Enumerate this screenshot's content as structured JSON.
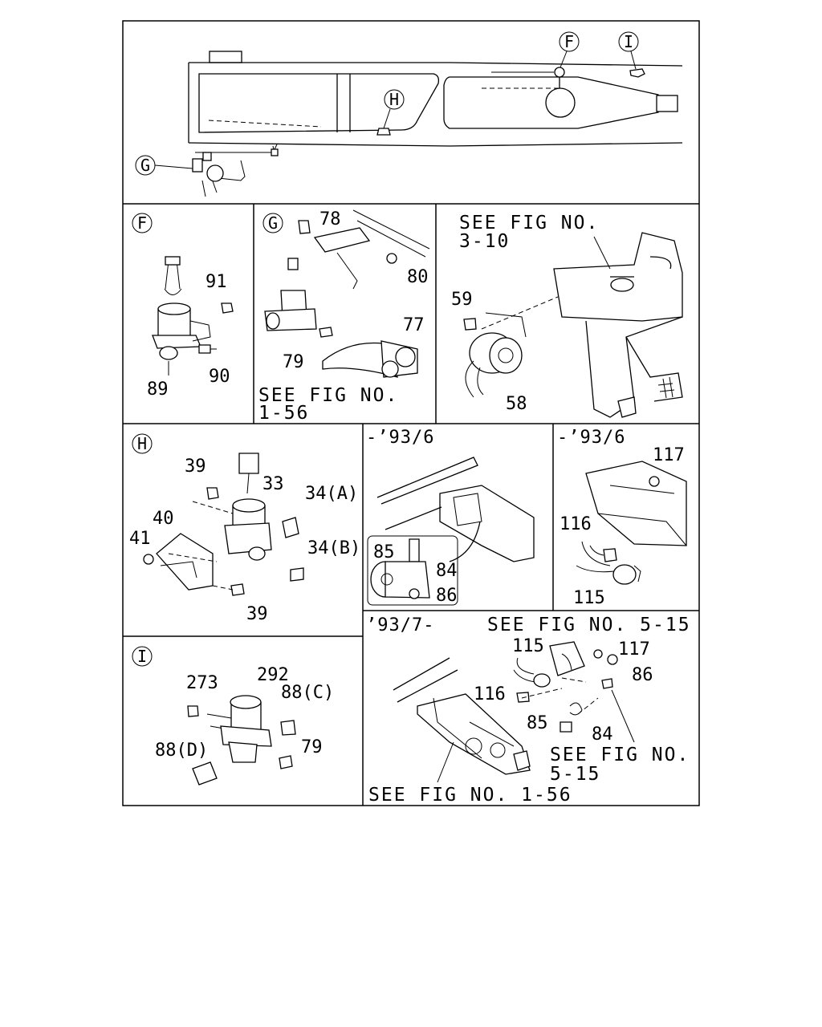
{
  "sections": {
    "overview": {
      "callouts": [
        "F",
        "I",
        "H",
        "G"
      ]
    },
    "detail_f": {
      "letter": "F",
      "parts": [
        "91",
        "89",
        "90"
      ]
    },
    "detail_g": {
      "letter": "G",
      "parts": [
        "78",
        "80",
        "77",
        "79"
      ],
      "ref": [
        "SEE FIG NO.",
        "1-56"
      ]
    },
    "horn_top": {
      "ref": [
        "SEE FIG NO.",
        "3-10"
      ],
      "parts": [
        "59",
        "58"
      ]
    },
    "detail_h": {
      "letter": "H",
      "parts": [
        "39",
        "33",
        "34(A)",
        "40",
        "41",
        "34(B)",
        "39"
      ]
    },
    "early_horn": {
      "header": "-’93/6",
      "parts": [
        "85",
        "84",
        "86"
      ]
    },
    "early_relay": {
      "header": "-’93/6",
      "parts": [
        "117",
        "116",
        "115"
      ]
    },
    "detail_i": {
      "letter": "I",
      "parts": [
        "273",
        "292",
        "88(C)",
        "88(D)",
        "79"
      ]
    },
    "late": {
      "header": "’93/7-",
      "ref_top": "SEE FIG NO. 5-15",
      "parts": [
        "115",
        "117",
        "86",
        "116",
        "85",
        "84"
      ],
      "ref_mid": [
        "SEE FIG NO.",
        "5-15"
      ],
      "ref_bottom": "SEE FIG NO. 1-56"
    }
  }
}
